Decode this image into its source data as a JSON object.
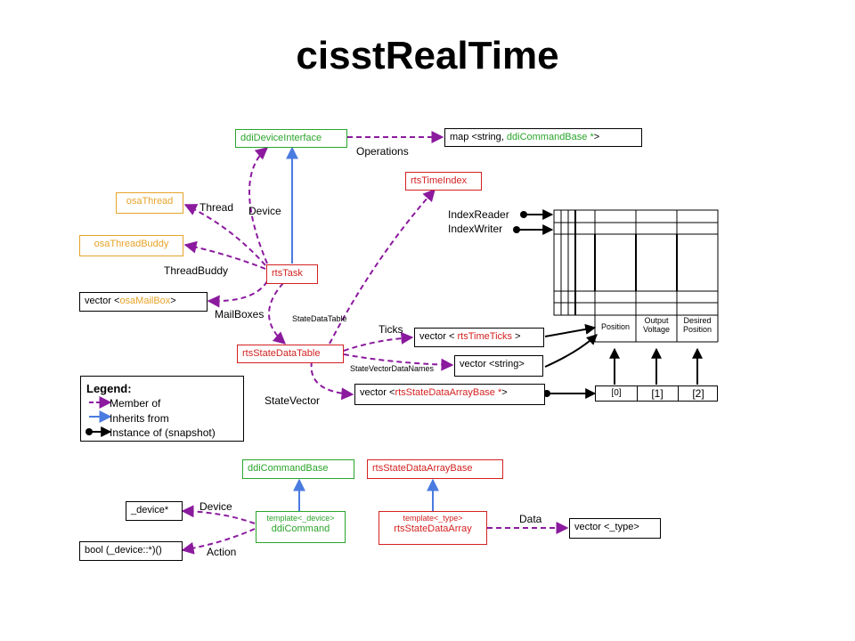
{
  "title": "cisstRealTime",
  "boxes": {
    "ddiDeviceInterface": "ddiDeviceInterface",
    "map_prefix": "map <string, ",
    "map_type": "ddiCommandBase *",
    "map_suffix": ">",
    "rtsTimeIndex": "rtsTimeIndex",
    "osaThread": "osaThread",
    "osaThreadBuddy": "osaThreadBuddy",
    "rtsTask": "rtsTask",
    "vector_mailbox_prefix": "vector <",
    "vector_mailbox_type": "osaMailBox",
    "vector_mailbox_suffix": ">",
    "rtsStateDataTable": "rtsStateDataTable",
    "vector_ticks_prefix": "vector < ",
    "vector_ticks_type": "rtsTimeTicks",
    "vector_ticks_suffix": " >",
    "vector_string": "vector <string>",
    "vector_sdab_prefix": "vector <",
    "vector_sdab_type": "rtsStateDataArrayBase *",
    "vector_sdab_suffix": ">",
    "ddiCommandBase": "ddiCommandBase",
    "rtsStateDataArrayBase": "rtsStateDataArrayBase",
    "device_ptr": "_device*",
    "bool_fn": "bool (_device::*)()",
    "ddiCommand_template": "template<_device>",
    "ddiCommand": "ddiCommand",
    "rtsStateDataArray_template": "template<_type>",
    "rtsStateDataArray": "rtsStateDataArray",
    "vector_type": "vector <_type>"
  },
  "labels": {
    "operations": "Operations",
    "thread": "Thread",
    "device_top": "Device",
    "thread_buddy": "ThreadBuddy",
    "mailboxes": "MailBoxes",
    "state_data_table": "StateDataTable",
    "ticks": "Ticks",
    "state_vector_data_names": "StateVectorDataNames",
    "state_vector": "StateVector",
    "index_reader": "IndexReader",
    "index_writer": "IndexWriter",
    "device_bottom": "Device",
    "action": "Action",
    "data": "Data"
  },
  "table": {
    "columns": [
      "Position",
      "Output Voltage",
      "Desired Position"
    ],
    "column_lines": [
      [
        "Position"
      ],
      [
        "Output",
        "Voltage"
      ],
      [
        "Desired",
        "Position"
      ]
    ],
    "indices": [
      "[0]",
      "[1]",
      "[2]"
    ]
  },
  "legend": {
    "title": "Legend:",
    "member_of": "Member of",
    "inherits_from": "Inherits from",
    "instance_of": "Instance of (snapshot)"
  },
  "colors": {
    "member_arrow": "#8b1a9e",
    "inherit_arrow": "#4a7be0",
    "green": "#2aa52a",
    "red": "#d42121",
    "orange": "#e6a32a"
  }
}
